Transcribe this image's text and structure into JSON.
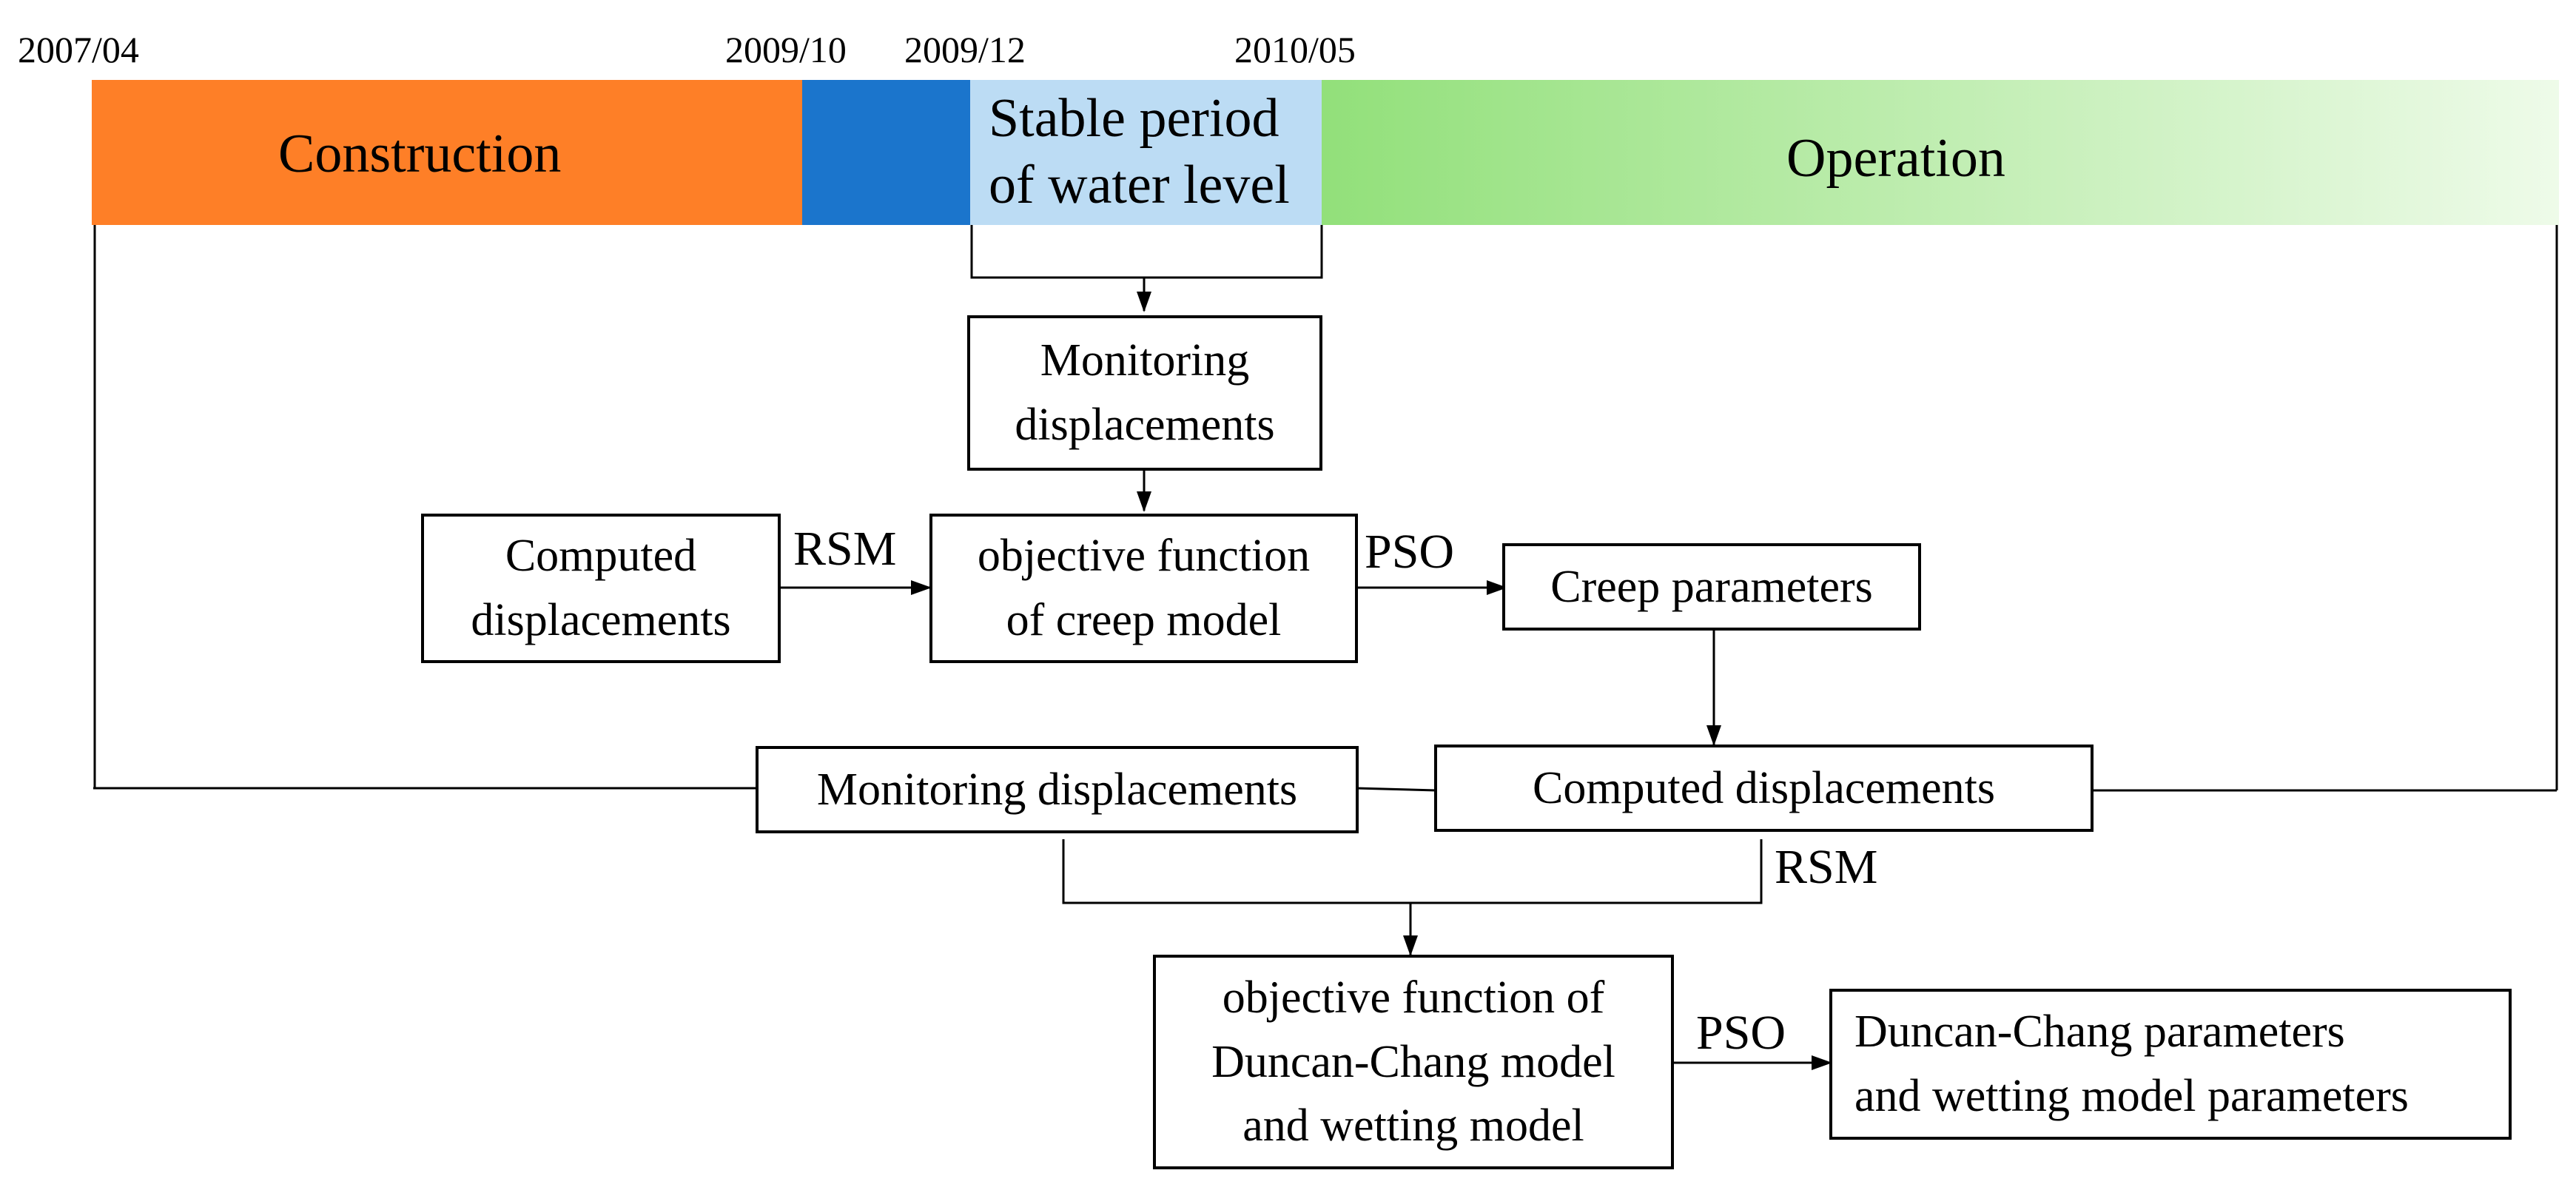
{
  "timeline": {
    "dates": [
      "2007/04",
      "2009/10",
      "2009/12",
      "2010/05"
    ],
    "phases": {
      "construction": "Construction",
      "stable_line1": "Stable period",
      "stable_line2": "of water level",
      "operation": "Operation"
    },
    "colors": {
      "construction": "#fe7f27",
      "transition": "#1b75cc",
      "stable": "#bcdcf4",
      "operation_start": "#92e07a",
      "operation_end": "#eefbe9"
    }
  },
  "boxes": {
    "monitoring_top": [
      "Monitoring",
      "displacements"
    ],
    "computed_left": [
      "Computed",
      "displacements"
    ],
    "objective_creep": [
      "objective function",
      "of creep model"
    ],
    "creep_params": [
      "Creep parameters"
    ],
    "monitoring_mid": [
      "Monitoring displacements"
    ],
    "computed_mid": [
      "Computed displacements"
    ],
    "objective_dc": [
      "objective function of",
      "Duncan-Chang model",
      "and wetting model"
    ],
    "dc_params": [
      "Duncan-Chang parameters",
      "and wetting model parameters"
    ]
  },
  "edge_labels": {
    "rsm_1": "RSM",
    "pso_1": "PSO",
    "rsm_2": "RSM",
    "pso_2": "PSO"
  }
}
